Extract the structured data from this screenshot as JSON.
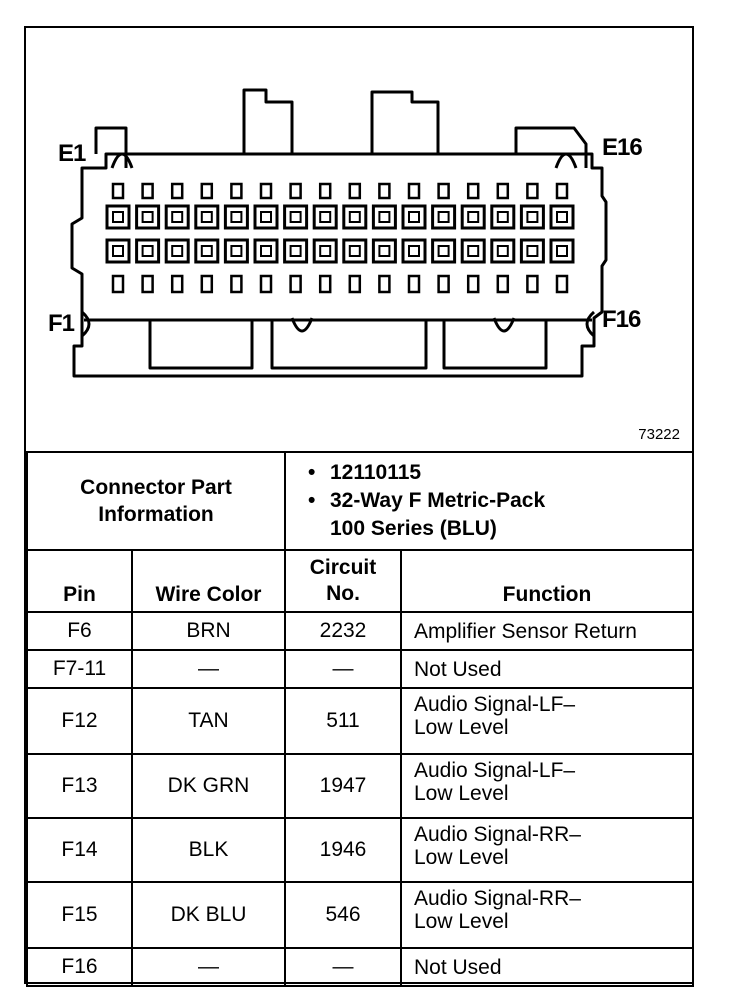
{
  "diagram": {
    "labels": {
      "e1": "E1",
      "e16": "E16",
      "f1": "F1",
      "f16": "F16"
    },
    "figure_number": "73222"
  },
  "connector_info": {
    "heading": "Connector Part Information",
    "items": [
      "12110115",
      "32-Way F Metric-Pack",
      "100 Series (BLU)"
    ]
  },
  "table": {
    "headers": {
      "pin": "Pin",
      "wire_color": "Wire Color",
      "circuit": "Circuit No.",
      "function": "Function"
    },
    "rows": [
      {
        "pin": "F6",
        "wire_color": "BRN",
        "circuit": "2232",
        "function": [
          "Amplifier Sensor Return"
        ]
      },
      {
        "pin": "F7-11",
        "wire_color": "—",
        "circuit": "—",
        "function": [
          "Not Used"
        ]
      },
      {
        "pin": "F12",
        "wire_color": "TAN",
        "circuit": "511",
        "function": [
          "Audio Signal-LF–",
          "Low Level"
        ]
      },
      {
        "pin": "F13",
        "wire_color": "DK GRN",
        "circuit": "1947",
        "function": [
          "Audio Signal-LF–",
          "Low Level"
        ]
      },
      {
        "pin": "F14",
        "wire_color": "BLK",
        "circuit": "1946",
        "function": [
          "Audio Signal-RR–",
          "Low Level"
        ]
      },
      {
        "pin": "F15",
        "wire_color": "DK BLU",
        "circuit": "546",
        "function": [
          "Audio Signal-RR–",
          "Low Level"
        ]
      },
      {
        "pin": "F16",
        "wire_color": "—",
        "circuit": "—",
        "function": [
          "Not Used"
        ]
      }
    ]
  }
}
